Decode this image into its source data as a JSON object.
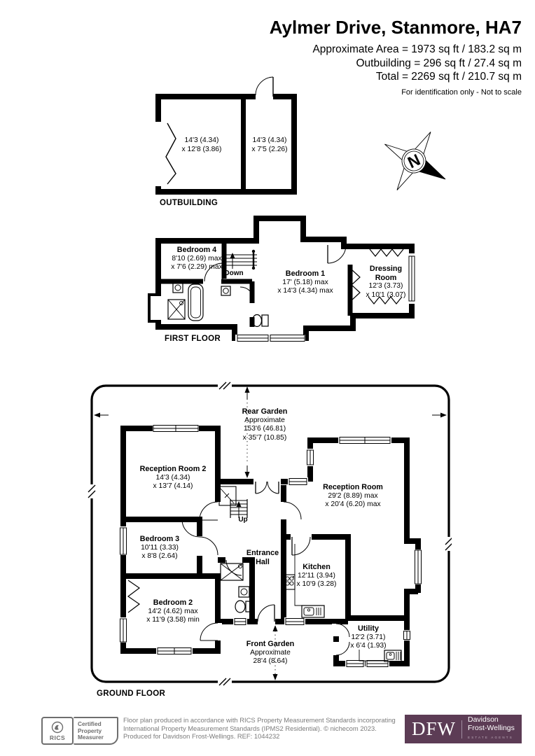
{
  "header": {
    "title": "Aylmer Drive, Stanmore, HA7",
    "area_line1": "Approximate Area = 1973 sq ft / 183.2 sq m",
    "area_line2": "Outbuilding = 296 sq ft / 27.4 sq m",
    "area_line3": "Total = 2269 sq ft / 210.7 sq m",
    "note": "For identification only - Not to scale"
  },
  "compass": {
    "north_label": "N"
  },
  "plans": {
    "outbuilding": {
      "floor_label": "OUTBUILDING",
      "rooms": {
        "room1": {
          "lines": [
            "14'3 (4.34)",
            "x 12'8 (3.86)"
          ]
        },
        "room2": {
          "lines": [
            "14'3 (4.34)",
            "x 7'5 (2.26)"
          ]
        }
      }
    },
    "first_floor": {
      "floor_label": "FIRST FLOOR",
      "stair_label": "Down",
      "rooms": {
        "bedroom_4": {
          "name": "Bedroom 4",
          "lines": [
            "8'10 (2.69) max",
            "x 7'6 (2.29) max"
          ]
        },
        "bedroom_1": {
          "name": "Bedroom 1",
          "lines": [
            "17' (5.18) max",
            "x 14'3 (4.34) max"
          ]
        },
        "dressing_room": {
          "name": "Dressing Room",
          "lines": [
            "12'3 (3.73)",
            "x 10'1 (3.07)"
          ]
        }
      }
    },
    "ground_floor": {
      "floor_label": "GROUND FLOOR",
      "stair_label": "Up",
      "rooms": {
        "rear_garden": {
          "name": "Rear Garden",
          "lines": [
            "Approximate",
            "153'6 (46.81)",
            "x 35'7 (10.85)"
          ]
        },
        "reception_room_2": {
          "name": "Reception Room 2",
          "lines": [
            "14'3 (4.34)",
            "x 13'7 (4.14)"
          ]
        },
        "reception_room": {
          "name": "Reception Room",
          "lines": [
            "29'2 (8.89) max",
            "x 20'4 (6.20) max"
          ]
        },
        "bedroom_3": {
          "name": "Bedroom 3",
          "lines": [
            "10'11 (3.33)",
            "x 8'8 (2.64)"
          ]
        },
        "entrance_hall": {
          "name": "Entrance Hall",
          "lines": []
        },
        "kitchen": {
          "name": "Kitchen",
          "lines": [
            "12'11 (3.94)",
            "x 10'9 (3.28)"
          ]
        },
        "bedroom_2": {
          "name": "Bedroom 2",
          "lines": [
            "14'2 (4.62) max",
            "x 11'9 (3.58) min"
          ]
        },
        "utility": {
          "name": "Utility",
          "lines": [
            "12'2 (3.71)",
            "x 6'4 (1.93)"
          ]
        },
        "front_garden": {
          "name": "Front Garden",
          "lines": [
            "Approximate",
            "28'4 (8.64)"
          ]
        }
      }
    }
  },
  "footer": {
    "rics": {
      "brand": "RICS",
      "cert_line1": "Certified",
      "cert_line2": "Property",
      "cert_line3": "Measurer"
    },
    "disclaimer_line1": "Floor plan produced in accordance with RICS Property Measurement Standards incorporating",
    "disclaimer_line2": "International Property Measurement Standards (IPMS2 Residential).   © nichecom 2023.",
    "disclaimer_line3": "Produced for Davidson Frost-Wellings.   REF:  1044232",
    "dfw": {
      "initials": "DFW",
      "name_line1": "Davidson",
      "name_line2": "Frost-Wellings",
      "tagline": "ESTATE AGENTS"
    }
  },
  "colors": {
    "wall": "#000000",
    "dfw_plum": "#5c3c55",
    "footer_gray": "#7b7b7b"
  }
}
